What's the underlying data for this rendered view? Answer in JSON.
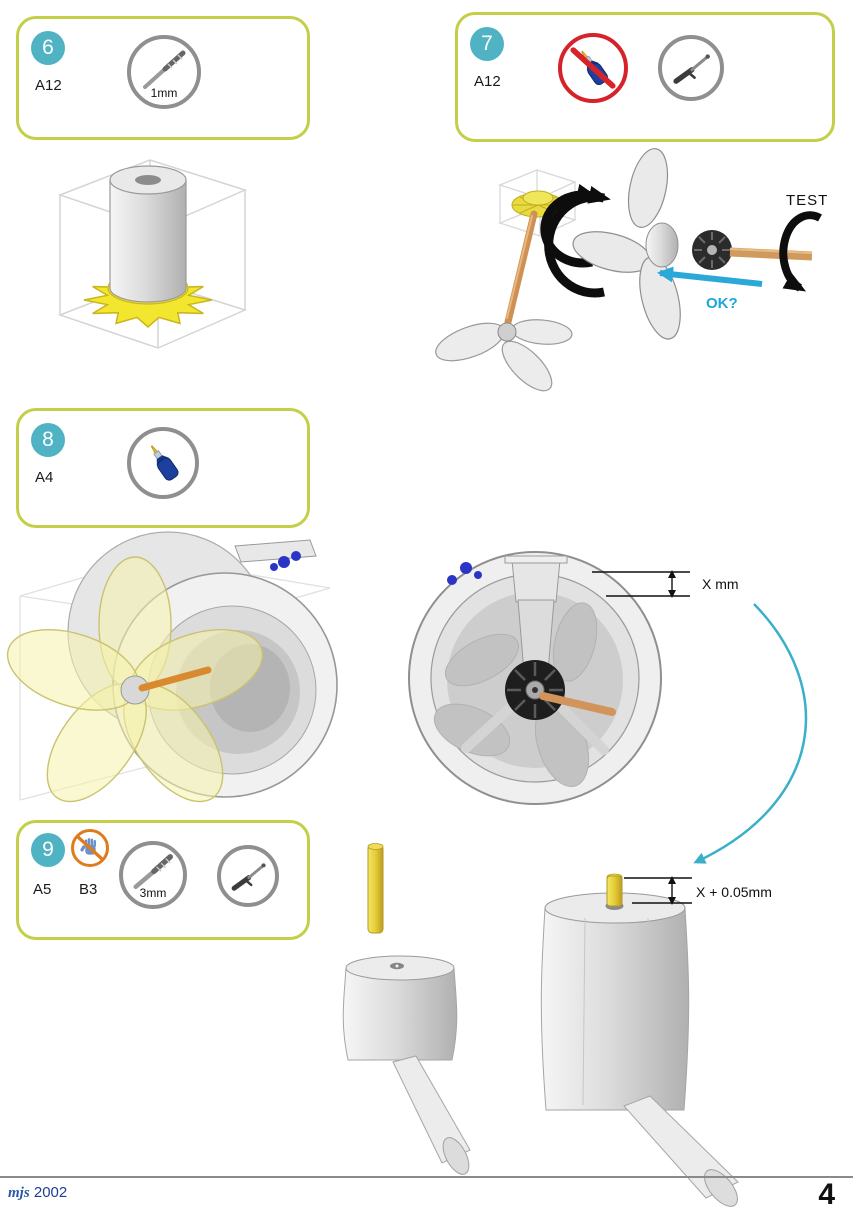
{
  "steps": [
    {
      "number": "6",
      "parts": [
        "A12"
      ],
      "drill_size": "1mm"
    },
    {
      "number": "7",
      "parts": [
        "A12"
      ]
    },
    {
      "number": "8",
      "parts": [
        "A4"
      ]
    },
    {
      "number": "9",
      "parts": [
        "A5",
        "B3"
      ],
      "drill_size": "3mm"
    }
  ],
  "annotations": {
    "test_label": "TEST",
    "ok_label": "OK?",
    "dimension_top": "X mm",
    "dimension_bottom": "X + 0.05mm"
  },
  "footer": {
    "credit": "mjs",
    "year": "2002",
    "page_number": "4"
  },
  "colors": {
    "step_border": "#c3cf49",
    "badge_teal": "#4fb3c3",
    "prohibition_red": "#d6232a",
    "no_touch_orange": "#e07b1c",
    "ok_blue": "#1ba7dc",
    "gear_yellow": "#f2e62e",
    "glue_blue": "#2a35c8",
    "shaft_copper": "#d09a5f"
  }
}
